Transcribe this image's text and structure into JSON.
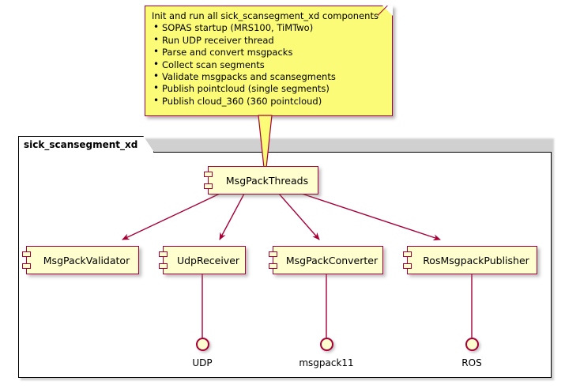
{
  "diagram": {
    "type": "uml-component-diagram",
    "colors": {
      "note_fill": "#FBFB77",
      "component_fill": "#FEFECE",
      "border_accent": "#A80036",
      "frame_border": "#000000",
      "background": "#FFFFFF"
    }
  },
  "note": {
    "title": "Init and run all sick_scansegment_xd components",
    "items": [
      "SOPAS startup (MRS100, TiMTwo)",
      "Run UDP receiver thread",
      "Parse and convert msgpacks",
      "Collect scan segments",
      "Validate msgpacks and scansegments",
      "Publish pointcloud (single segments)",
      "Publish cloud_360 (360 pointcloud)"
    ]
  },
  "package": {
    "name": "sick_scansegment_xd"
  },
  "components": {
    "root": {
      "name": "MsgPackThreads"
    },
    "children": [
      {
        "name": "MsgPackValidator"
      },
      {
        "name": "UdpReceiver"
      },
      {
        "name": "MsgPackConverter"
      },
      {
        "name": "RosMsgpackPublisher"
      }
    ]
  },
  "interfaces": [
    {
      "name": "UDP",
      "provider": "UdpReceiver"
    },
    {
      "name": "msgpack11",
      "provider": "MsgPackConverter"
    },
    {
      "name": "ROS",
      "provider": "RosMsgpackPublisher"
    }
  ],
  "edges": [
    {
      "from": "MsgPackThreads",
      "to": "MsgPackValidator",
      "arrow": "open"
    },
    {
      "from": "MsgPackThreads",
      "to": "UdpReceiver",
      "arrow": "open"
    },
    {
      "from": "MsgPackThreads",
      "to": "MsgPackConverter",
      "arrow": "open"
    },
    {
      "from": "MsgPackThreads",
      "to": "RosMsgpackPublisher",
      "arrow": "open"
    }
  ]
}
